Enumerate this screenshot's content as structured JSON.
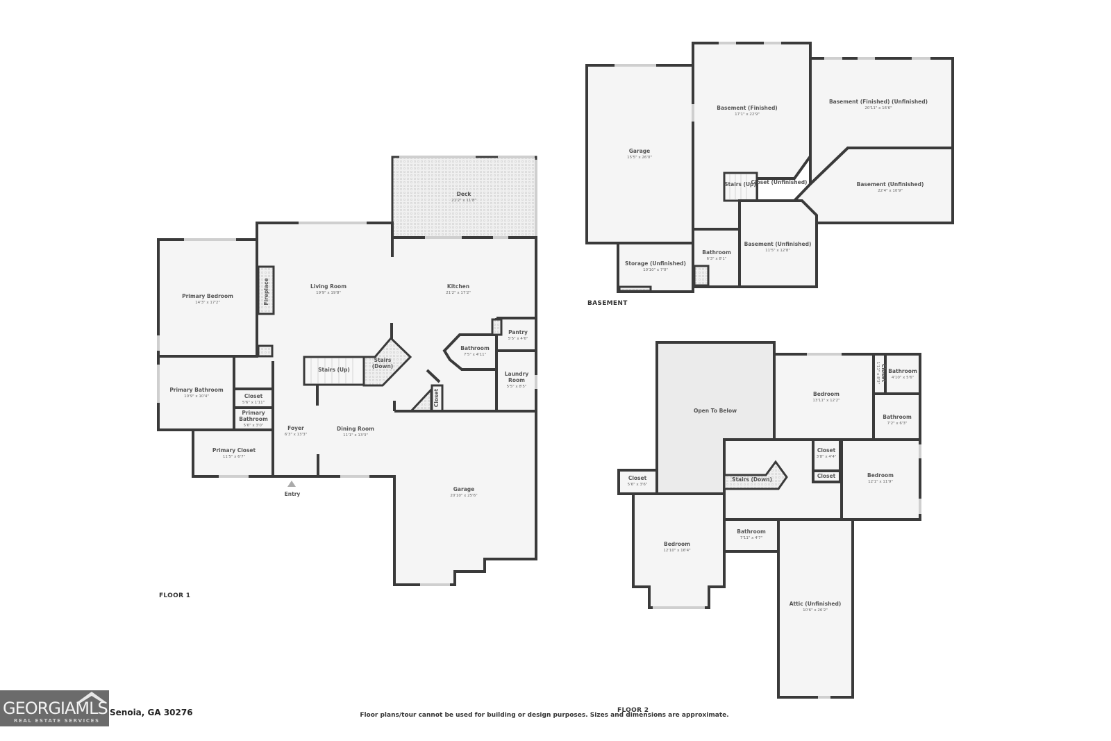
{
  "floors": {
    "floor1": {
      "title": "FLOOR 1",
      "entry_label": "Entry",
      "rooms": {
        "primary_bedroom": {
          "name": "Primary Bedroom",
          "dim": "14'3\" x 17'2\""
        },
        "fireplace": {
          "name": "Fireplace"
        },
        "living_room": {
          "name": "Living Room",
          "dim": "19'9\" x 19'8\""
        },
        "deck": {
          "name": "Deck",
          "dim": "21'2\" x 11'8\""
        },
        "kitchen": {
          "name": "Kitchen",
          "dim": "21'2\" x 17'2\""
        },
        "pantry": {
          "name": "Pantry",
          "dim": "5'5\" x 4'6\""
        },
        "bathroom": {
          "name": "Bathroom",
          "dim": "7'5\" x 4'11\""
        },
        "laundry": {
          "name_1": "Laundry",
          "name_2": "Room",
          "dim": "5'5\" x 8'5\""
        },
        "stairs_up": {
          "name": "Stairs (Up)"
        },
        "stairs_down": {
          "name_1": "Stairs",
          "name_2": "(Down)"
        },
        "closet_small": {
          "name": "Closet"
        },
        "primary_bathroom": {
          "name": "Primary Bathroom",
          "dim": "10'9\" x 10'4\""
        },
        "closet": {
          "name": "Closet",
          "dim": "5'6\" x 1'11\""
        },
        "primary_bathroom_2": {
          "name_1": "Primary",
          "name_2": "Bathroom",
          "dim": "5'6\" x 3'0\""
        },
        "primary_closet": {
          "name": "Primary Closet",
          "dim": "11'5\" x 6'7\""
        },
        "foyer": {
          "name": "Foyer",
          "dim": "6'3\" x 13'3\""
        },
        "dining_room": {
          "name": "Dining Room",
          "dim": "11'1\" x 13'3\""
        },
        "garage": {
          "name": "Garage",
          "dim": "20'10\" x 25'6\""
        }
      }
    },
    "basement": {
      "title": "BASEMENT",
      "rooms": {
        "garage": {
          "name": "Garage",
          "dim": "15'5\" x 26'0\""
        },
        "basement_finished": {
          "name": "Basement (Finished)",
          "dim": "17'1\" x 22'9\""
        },
        "basement_fin_unfin": {
          "name": "Basement (Finished) (Unfinished)",
          "dim": "20'11\" x 16'6\""
        },
        "stairs_up": {
          "name": "Stairs (Up)"
        },
        "closet_unfinished": {
          "name": "Closet (Unfinished)"
        },
        "basement_unfinished_1": {
          "name": "Basement (Unfinished)",
          "dim": "22'4\" x 10'9\""
        },
        "storage": {
          "name": "Storage (Unfinished)",
          "dim": "10'10\" x 7'0\""
        },
        "bathroom": {
          "name": "Bathroom",
          "dim": "6'3\" x 8'1\""
        },
        "basement_unfinished_2": {
          "name": "Basement (Unfinished)",
          "dim": "11'5\" x 12'8\""
        }
      }
    },
    "floor2": {
      "title": "FLOOR 2",
      "rooms": {
        "open_to_below": {
          "name": "Open To Below"
        },
        "bedroom_1": {
          "name": "Bedroom",
          "dim": "13'11\" x 12'2\""
        },
        "closet_vert": {
          "name": "Closet",
          "dim": "1'11\" x 8'3\""
        },
        "bathroom_1": {
          "name": "Bathroom",
          "dim": "4'10\" x 5'6\""
        },
        "bathroom_2": {
          "name": "Bathroom",
          "dim": "7'2\" x 6'3\""
        },
        "closet_1": {
          "name": "Closet",
          "dim": "3'8\" x 4'4\""
        },
        "closet_2": {
          "name": "Closet"
        },
        "bedroom_2": {
          "name": "Bedroom",
          "dim": "12'1\" x 11'9\""
        },
        "closet_left": {
          "name": "Closet",
          "dim": "5'6\" x 3'6\""
        },
        "stairs_down": {
          "name": "Stairs (Down)"
        },
        "bedroom_3": {
          "name": "Bedroom",
          "dim": "12'10\" x 16'4\""
        },
        "bathroom_3": {
          "name": "Bathroom",
          "dim": "7'11\" x 4'7\""
        },
        "attic": {
          "name": "Attic (Unfinished)",
          "dim": "10'6\" x 26'2\""
        }
      }
    }
  },
  "footer": {
    "logo_main": "GEORGIAMLS",
    "logo_sub": "REAL ESTATE SERVICES",
    "address": "Senoia, GA 30276",
    "disclaimer": "Floor plans/tour cannot be used for building or design purposes. Sizes and dimensions are approximate."
  },
  "colors": {
    "wall": "#3a3a3a",
    "room_fill": "#f5f5f5",
    "open_fill": "#ebebeb",
    "logo_bg": "#6b6b6b"
  }
}
